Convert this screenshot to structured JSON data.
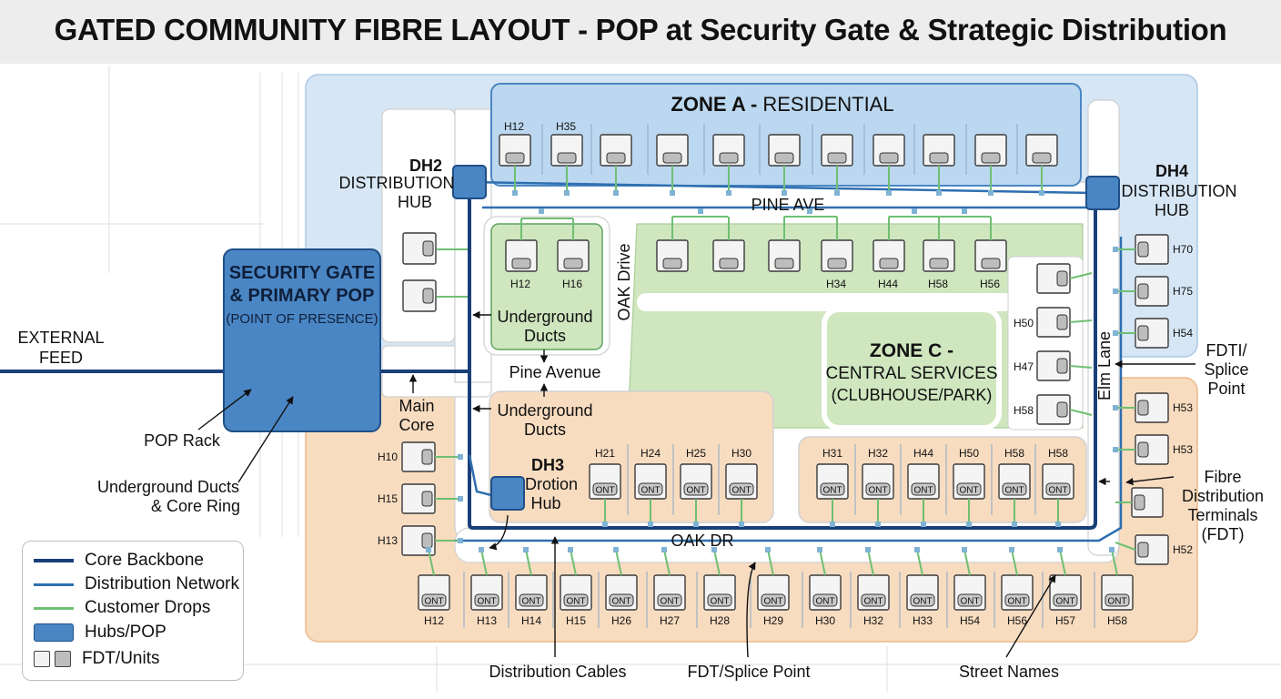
{
  "title": "GATED COMMUNITY FIBRE LAYOUT - POP at Security Gate & Strategic Distribution",
  "zones": {
    "a": {
      "strong": "ZONE A -",
      "rest": "RESIDENTIAL"
    },
    "c": {
      "line1": "ZONE C -",
      "line2": "CENTRAL SERVICES",
      "line3": "(CLUBHOUSE/PARK)"
    }
  },
  "pop": {
    "line1": "SECURITY GATE",
    "line2": "& PRIMARY POP",
    "line3": "(POINT OF PRESENCE)"
  },
  "hubs": {
    "dh2": {
      "id": "DH2",
      "line1": "DISTRIBUTION",
      "line2": "HUB"
    },
    "dh4": {
      "id": "DH4",
      "line1": "DISTRIBUTION",
      "line2": "HUB"
    },
    "dh3": {
      "id": "DH3",
      "line1": "Drotion",
      "line2": "Hub"
    }
  },
  "streets": {
    "pine_ave": "PINE AVE",
    "oak_drive": "OAK Drive",
    "pine_avenue": "Pine Avenue",
    "oak_dr": "OAK DR",
    "elm_lane": "Elm Lane"
  },
  "labels": {
    "external_line1": "EXTERNAL",
    "external_line2": "FEED",
    "ug_ducts_top_line1": "Underground",
    "ug_ducts_top_line2": "Ducts",
    "ug_ducts_mid_line1": "Underground",
    "ug_ducts_mid_line2": "Ducts",
    "main_core_line1": "Main",
    "main_core_line2": "Core",
    "pop_rack": "POP Rack",
    "ug_core_line1": "Underground Ducts",
    "ug_core_line2": "& Core Ring",
    "fdti_line1": "FDTI/",
    "fdti_line2": "Splice",
    "fdti_line3": "Point",
    "fdt_line1": "Fibre",
    "fdt_line2": "Distribution",
    "fdt_line3": "Terminals",
    "fdt_line4": "(FDT)",
    "distribution_cables": "Distribution Cables",
    "fdt_splice_point": "FDT/Splice Point",
    "street_names": "Street Names"
  },
  "ont": "ONT",
  "houses": {
    "zone_a_top": [
      "H12",
      "H35"
    ],
    "green_block": [
      "H12",
      "H16"
    ],
    "park_row": [
      "H34",
      "H44",
      "H58",
      "H56"
    ],
    "right_col": [
      "H50",
      "H47",
      "H58"
    ],
    "far_right_top": [
      "H70",
      "H75",
      "H54"
    ],
    "far_right_bottom": [
      "H53",
      "H53",
      "H52"
    ],
    "left_col": [
      "H10",
      "H15",
      "H13"
    ],
    "dh3_row": [
      "H21",
      "H24",
      "H25",
      "H30"
    ],
    "mid_row": [
      "H31",
      "H32",
      "H44",
      "H50",
      "H58",
      "H58"
    ],
    "bottom_row": [
      "H12",
      "H13",
      "H14",
      "H15",
      "H26",
      "H27",
      "H28",
      "H29",
      "H30",
      "H32",
      "H33",
      "H54",
      "H56",
      "H57",
      "H58"
    ]
  },
  "legend": {
    "core_backbone": "Core Backbone",
    "distribution_network": "Distribution Network",
    "customer_drops": "Customer Drops",
    "hubs_pop": "Hubs/POP",
    "fdt_units": "FDT/Units"
  },
  "colors": {
    "core": "#1a3f78",
    "distribution": "#2f6fb0",
    "drop": "#6fbf73",
    "zone_blue": "#d6e6f5",
    "zone_green": "#d4e9c8",
    "zone_orange": "#f8dcc0",
    "hub": "#4a86c4"
  }
}
